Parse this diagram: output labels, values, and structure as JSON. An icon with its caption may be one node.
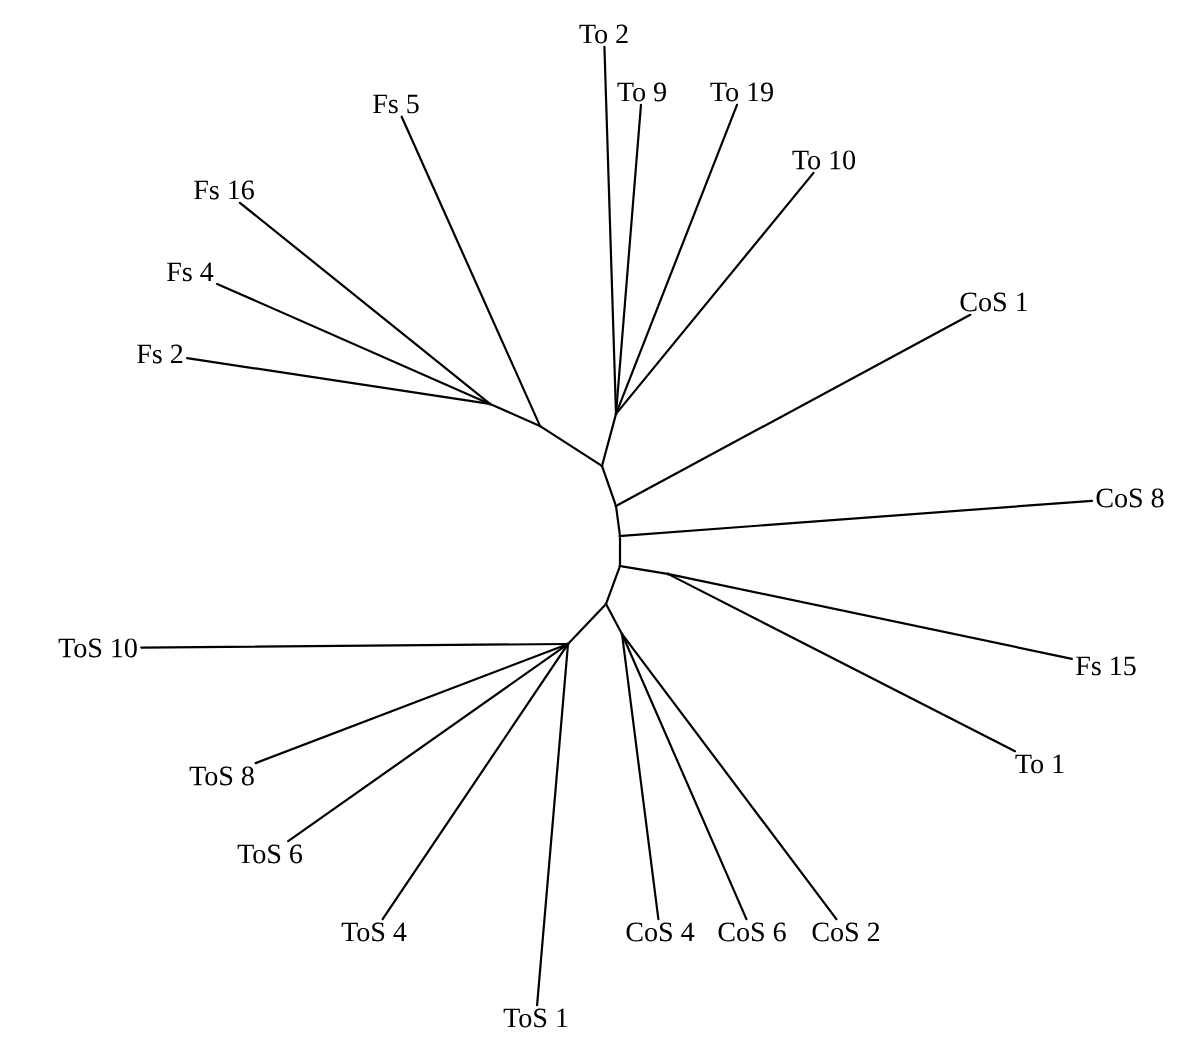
{
  "diagram": {
    "nodes": [
      {
        "text": [
          "To 2"
        ]
      },
      {
        "text": [
          "To 9"
        ]
      },
      {
        "text": [
          "To 19"
        ]
      },
      {
        "text": [
          "Fs 5"
        ]
      },
      {
        "text": [
          "To 10"
        ]
      },
      {
        "text": [
          "Fs 16"
        ]
      },
      {
        "text": [
          "Fs 4"
        ]
      },
      {
        "text": [
          "CoS 1"
        ]
      },
      {
        "text": [
          "Fs 2"
        ]
      },
      {
        "text": [
          "CoS 8"
        ]
      },
      {
        "text": [
          "ToS 10"
        ]
      },
      {
        "text": [
          "Fs 15"
        ]
      },
      {
        "text": [
          "ToS 8"
        ]
      },
      {
        "text": [
          "To 1"
        ]
      },
      {
        "text": [
          "ToS 6"
        ]
      },
      {
        "text": [
          "ToS 4"
        ]
      },
      {
        "text": [
          "CoS 4"
        ]
      },
      {
        "text": [
          "CoS 6"
        ]
      },
      {
        "text": [
          "CoS 2"
        ]
      },
      {
        "text": [
          "ToS 1"
        ]
      },
      {
        "text": [],
        "shape": "point"
      },
      {
        "text": [],
        "shape": "point"
      },
      {
        "text": [],
        "shape": "point"
      },
      {
        "text": [],
        "shape": "point"
      },
      {
        "text": [],
        "shape": "point"
      },
      {
        "text": [],
        "shape": "point"
      },
      {
        "text": [],
        "shape": "point"
      },
      {
        "text": [],
        "shape": "point"
      },
      {
        "text": [],
        "shape": "point"
      },
      {
        "text": [],
        "shape": "point"
      },
      {
        "text": [],
        "shape": "point"
      }
    ],
    "edges": [
      {
        "from": 20,
        "to": 21,
        "arrow": "none"
      },
      {
        "from": 21,
        "to": 22,
        "arrow": "none"
      },
      {
        "from": 22,
        "to": 23,
        "arrow": "none"
      },
      {
        "from": 22,
        "to": 24,
        "arrow": "none"
      },
      {
        "from": 24,
        "to": 25,
        "arrow": "none"
      },
      {
        "from": 25,
        "to": 26,
        "arrow": "none"
      },
      {
        "from": 26,
        "to": 27,
        "arrow": "none"
      },
      {
        "from": 26,
        "to": 28,
        "arrow": "none"
      },
      {
        "from": 28,
        "to": 29,
        "arrow": "none"
      },
      {
        "from": 28,
        "to": 30,
        "arrow": "none"
      },
      {
        "from": 20,
        "to": 8,
        "arrow": "none"
      },
      {
        "from": 20,
        "to": 6,
        "arrow": "none"
      },
      {
        "from": 20,
        "to": 5,
        "arrow": "none"
      },
      {
        "from": 21,
        "to": 3,
        "arrow": "none"
      },
      {
        "from": 23,
        "to": 0,
        "arrow": "none"
      },
      {
        "from": 23,
        "to": 1,
        "arrow": "none"
      },
      {
        "from": 23,
        "to": 2,
        "arrow": "none"
      },
      {
        "from": 23,
        "to": 4,
        "arrow": "none"
      },
      {
        "from": 24,
        "to": 7,
        "arrow": "none"
      },
      {
        "from": 25,
        "to": 9,
        "arrow": "none"
      },
      {
        "from": 27,
        "to": 11,
        "arrow": "none"
      },
      {
        "from": 27,
        "to": 13,
        "arrow": "none"
      },
      {
        "from": 30,
        "to": 16,
        "arrow": "none"
      },
      {
        "from": 30,
        "to": 17,
        "arrow": "none"
      },
      {
        "from": 30,
        "to": 18,
        "arrow": "none"
      },
      {
        "from": 29,
        "to": 19,
        "arrow": "none"
      },
      {
        "from": 29,
        "to": 15,
        "arrow": "none"
      },
      {
        "from": 29,
        "to": 14,
        "arrow": "none"
      },
      {
        "from": 29,
        "to": 12,
        "arrow": "none"
      },
      {
        "from": 29,
        "to": 10,
        "arrow": "none"
      }
    ]
  }
}
